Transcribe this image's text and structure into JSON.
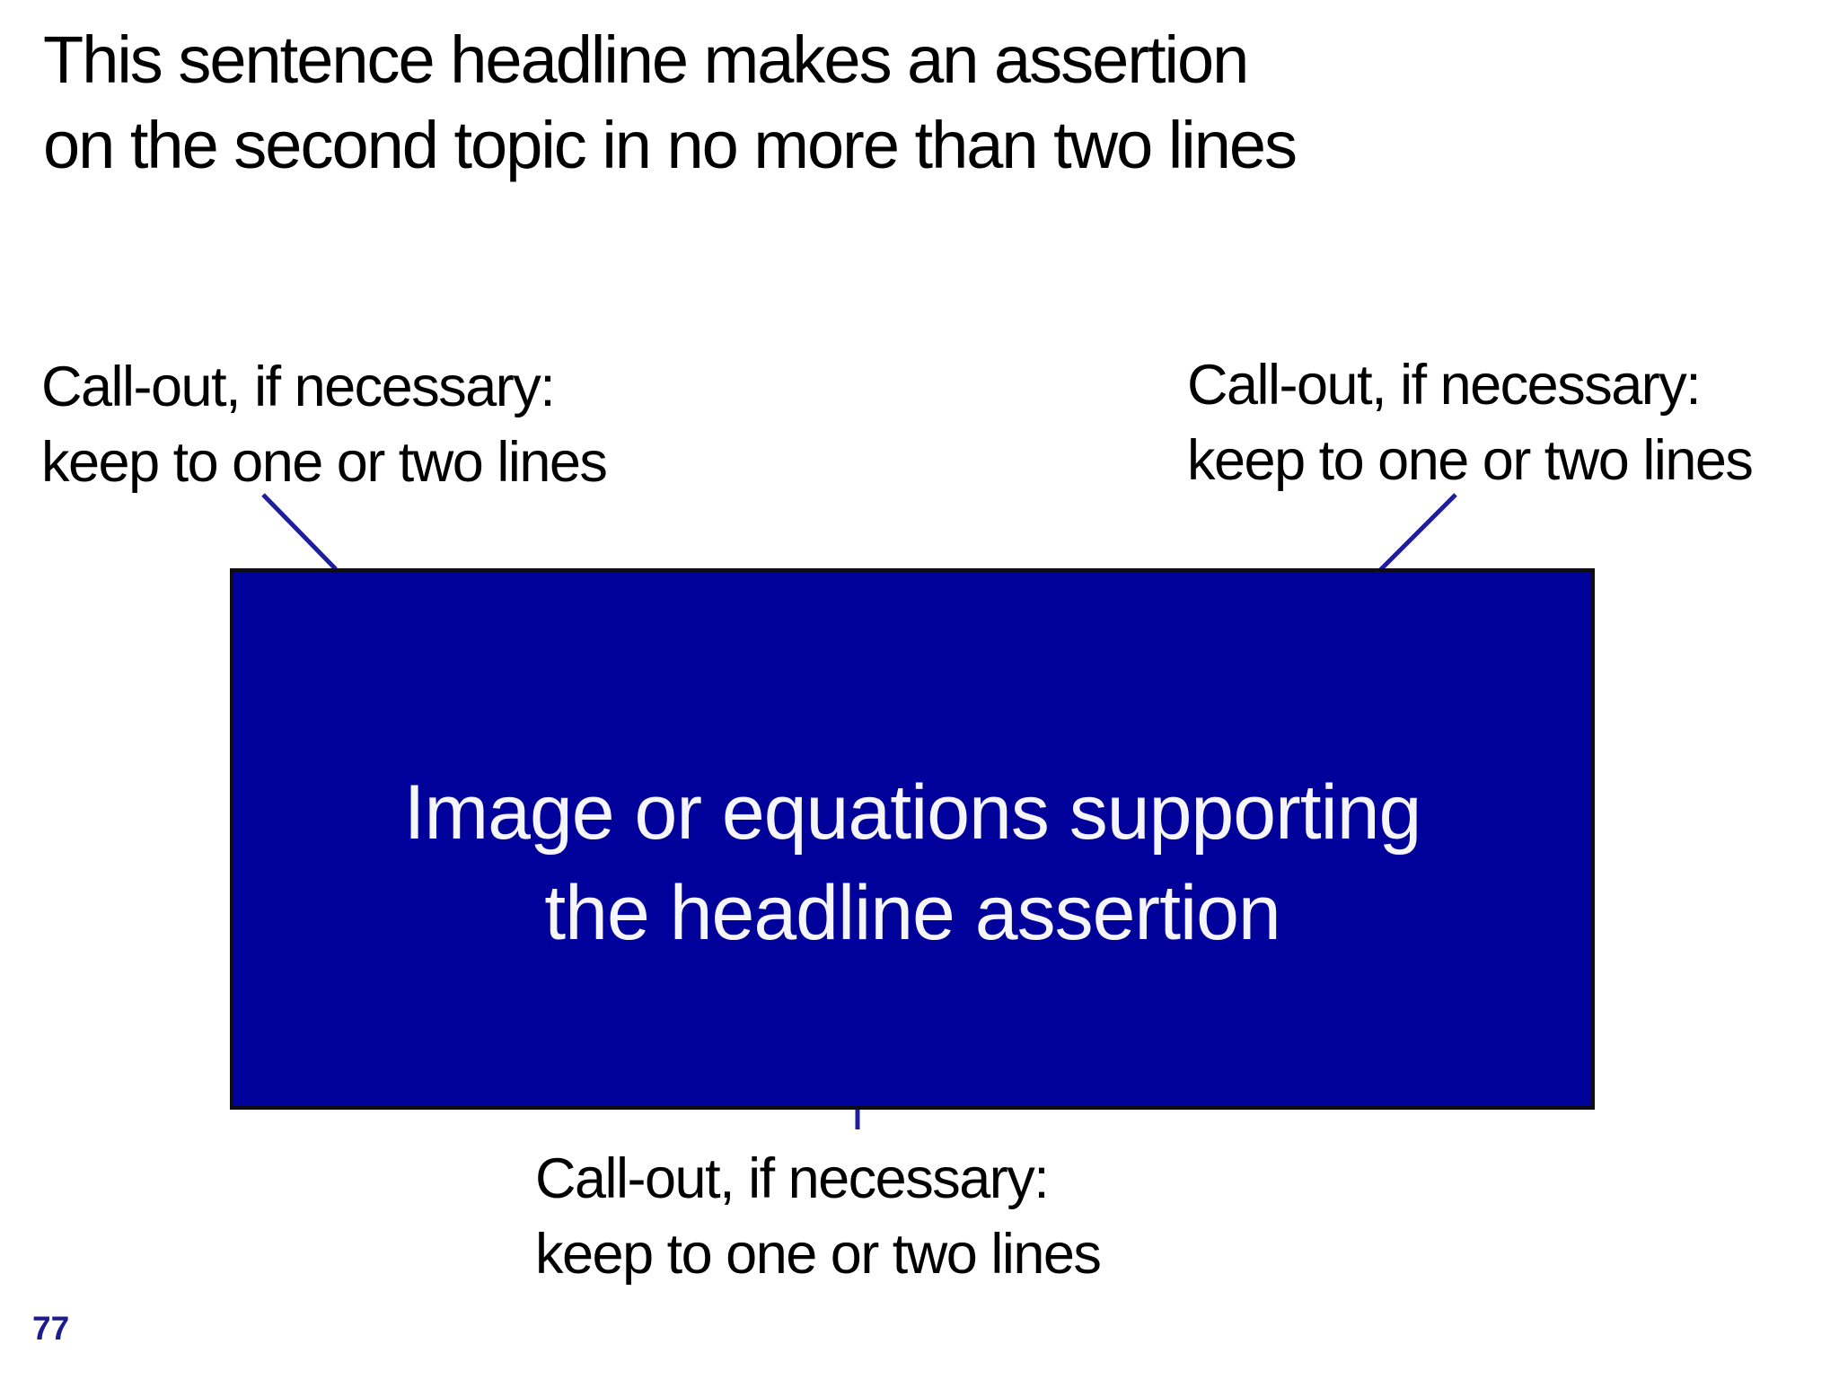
{
  "slide": {
    "headline": "This sentence headline makes an assertion\non the second topic in no more than two lines",
    "callouts": {
      "top_left": "Call-out, if necessary:\nkeep to one or two lines",
      "top_right": "Call-out, if necessary:\nkeep to one or two lines",
      "bottom": "Call-out, if necessary:\nkeep to one or two lines"
    },
    "image_placeholder": "Image or equations supporting\nthe headline assertion",
    "page_number": "77"
  },
  "colors": {
    "background": "#ffffff",
    "text": "#000000",
    "box_fill": "#00009a",
    "box_border": "#0d0d12",
    "box_text": "#f5f5fa",
    "connector": "#1f1f9e",
    "page_number": "#1c1c8e"
  }
}
